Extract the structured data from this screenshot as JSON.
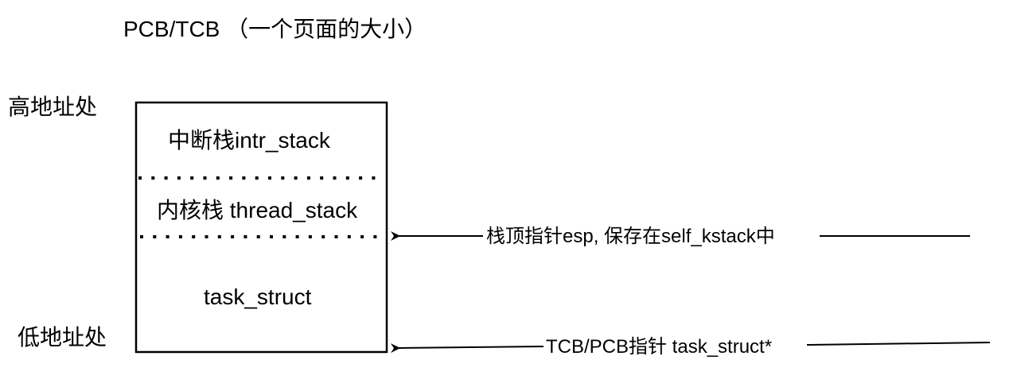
{
  "title": "PCB/TCB （一个页面的大小）",
  "labels": {
    "high_address": "高地址处",
    "low_address": "低地址处"
  },
  "sections": {
    "interrupt_stack": "中断栈intr_stack",
    "kernel_stack": "内核栈 thread_stack",
    "task_struct": "task_struct"
  },
  "arrows": {
    "esp_pointer": "栈顶指针esp, 保存在self_kstack中",
    "tcb_pointer": "TCB/PCB指针 task_struct*"
  },
  "colors": {
    "line": "#000000",
    "background": "#ffffff"
  }
}
